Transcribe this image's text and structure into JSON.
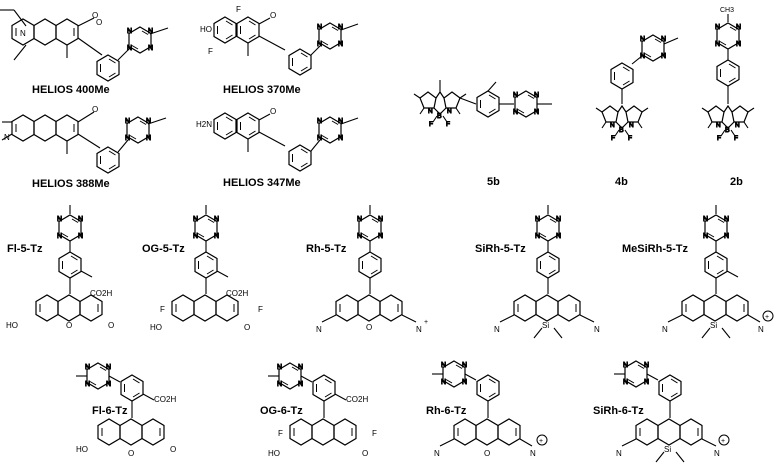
{
  "labels": {
    "helios400": "HELIOS 400Me",
    "helios370": "HELIOS 370Me",
    "helios388": "HELIOS 388Me",
    "helios347": "HELIOS 347Me",
    "c5b": "5b",
    "c4b": "4b",
    "c2b": "2b",
    "fl5": "Fl-5-Tz",
    "og5": "OG-5-Tz",
    "rh5": "Rh-5-Tz",
    "sirh5": "SiRh-5-Tz",
    "mesirh5": "MeSiRh-5-Tz",
    "fl6": "Fl-6-Tz",
    "og6": "OG-6-Tz",
    "rh6": "Rh-6-Tz",
    "sirh6": "SiRh-6-Tz"
  },
  "atoms": {
    "N": "N",
    "O": "O",
    "F": "F",
    "B": "B",
    "Si": "Si",
    "HO": "HO",
    "H2N": "H2N",
    "CO2H": "CO2H",
    "CH3": "CH3",
    "plus": "+"
  }
}
